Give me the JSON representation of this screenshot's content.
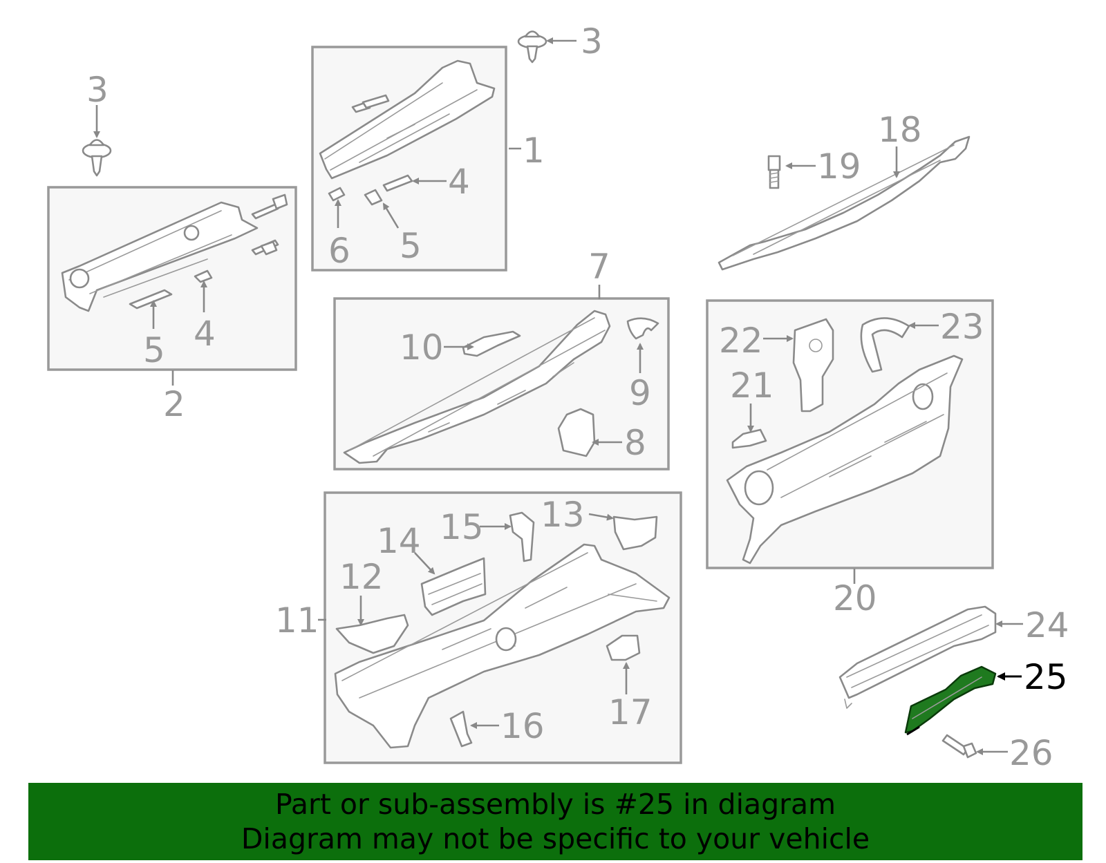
{
  "colors": {
    "highlight": "#1f7a1f",
    "banner_background": "#0c6f0c",
    "callout_text": "#999999",
    "highlight_text": "#000000"
  },
  "callouts": {
    "c1": "1",
    "c2": "2",
    "c3a": "3",
    "c3b": "3",
    "c4a": "4",
    "c4b": "4",
    "c5a": "5",
    "c5b": "5",
    "c6": "6",
    "c7": "7",
    "c8": "8",
    "c9": "9",
    "c10": "10",
    "c11": "11",
    "c12": "12",
    "c13": "13",
    "c14": "14",
    "c15": "15",
    "c16": "16",
    "c17": "17",
    "c18": "18",
    "c19": "19",
    "c20": "20",
    "c21": "21",
    "c22": "22",
    "c23": "23",
    "c24": "24",
    "c25": "25",
    "c26": "26"
  },
  "highlighted_part": "25",
  "banner": {
    "line1": "Part or sub-assembly is #25 in diagram",
    "line2": "Diagram may not be specific to your vehicle"
  }
}
